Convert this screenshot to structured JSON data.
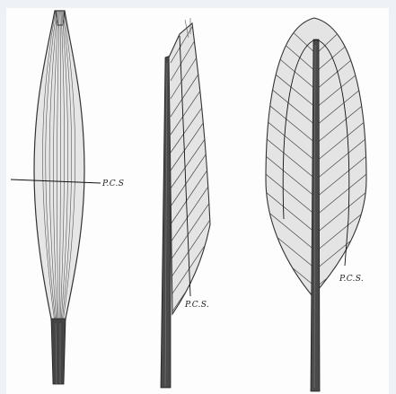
{
  "figure": {
    "labels": {
      "fusiform": "P.C.S",
      "unipennate": "P.C.S.",
      "bipennate": "P.C.S."
    }
  }
}
